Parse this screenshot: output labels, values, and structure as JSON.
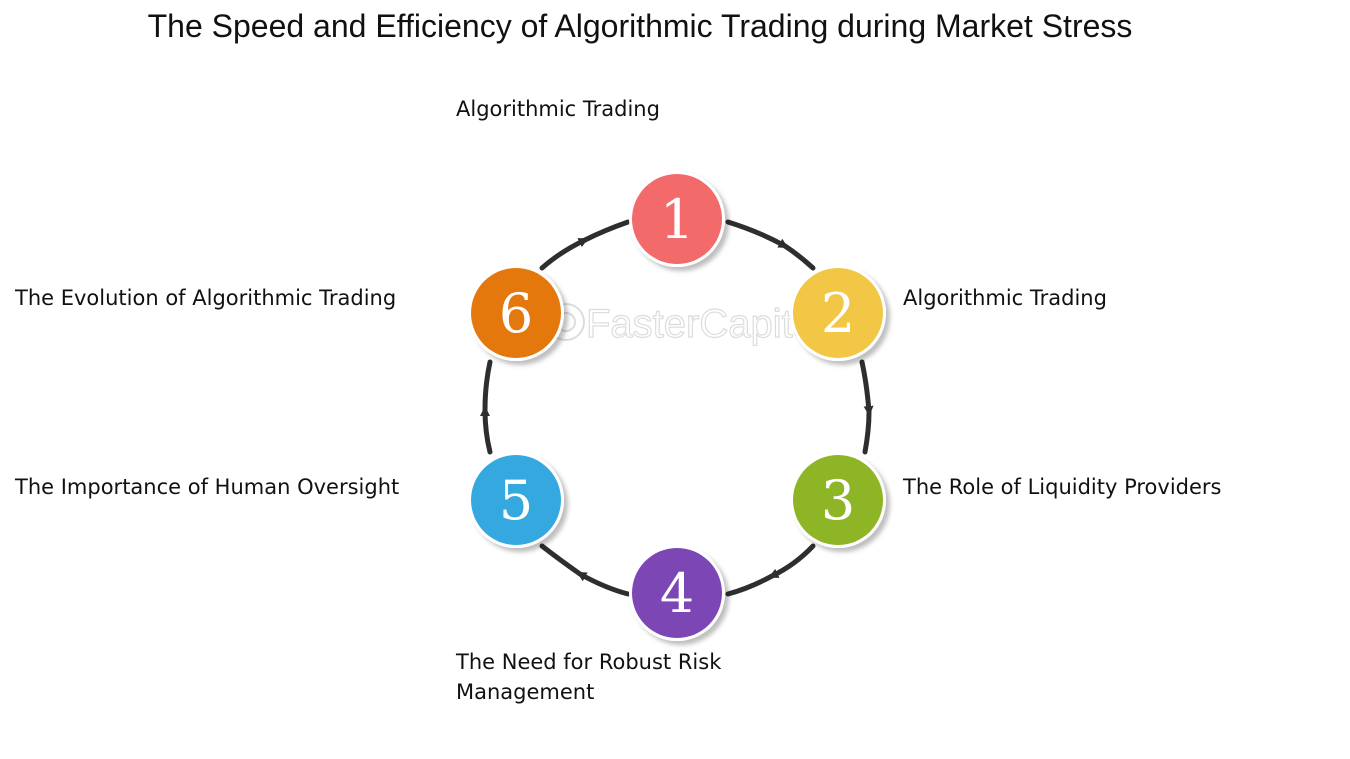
{
  "title": "The Speed and Efficiency of Algorithmic Trading during Market Stress",
  "watermark": "FasterCapital",
  "colors": {
    "step1": "#f26b6b",
    "step2": "#f2c744",
    "step3": "#8db526",
    "step4": "#7b46b5",
    "step5": "#35a8df",
    "step6": "#e5780d",
    "arrow": "#2e2e2e"
  },
  "steps": [
    {
      "number": "1",
      "label": "Algorithmic Trading"
    },
    {
      "number": "2",
      "label": "Algorithmic Trading"
    },
    {
      "number": "3",
      "label": "The Role of Liquidity Providers"
    },
    {
      "number": "4",
      "label": "The Need for Robust Risk Management"
    },
    {
      "number": "5",
      "label": "The Importance of Human Oversight"
    },
    {
      "number": "6",
      "label": "The Evolution of Algorithmic Trading"
    }
  ]
}
